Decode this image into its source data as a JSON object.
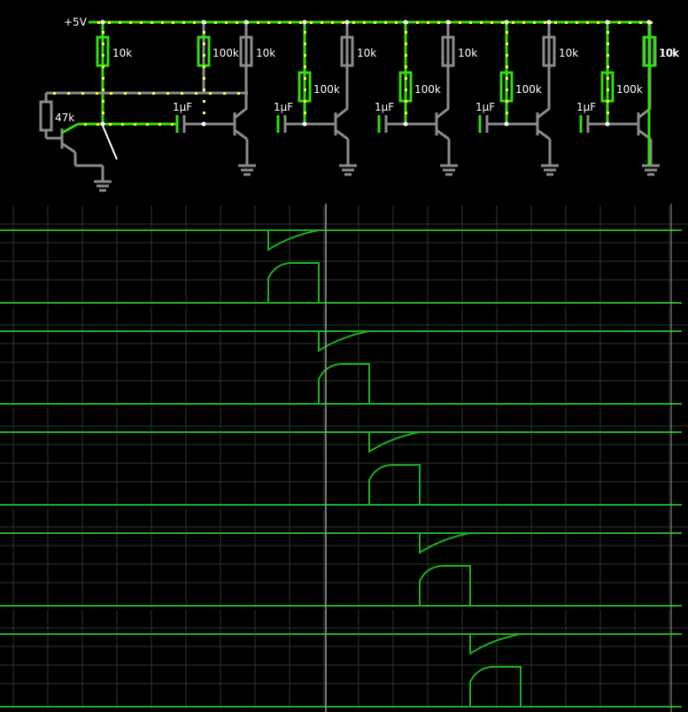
{
  "circuit": {
    "supply_label": "+5V",
    "base_resistor_label": "47k",
    "collector_resistor_label": "10k",
    "bias_resistor_label": "100k",
    "capacitor_label": "1µF",
    "stages": 5
  },
  "scopes": {
    "count": 5,
    "colors": {
      "background": "#000000",
      "grid": "#2a3a2a",
      "trace": "#1fae1f",
      "zero_line": "#6a6a6a",
      "cursor": "#9a9a9a"
    }
  },
  "colors": {
    "wire_active": "#33dd11",
    "wire_inactive": "#8c8c8c",
    "current_dot": "#ffff33",
    "node": "#ffffff",
    "label": "#ffffff"
  }
}
